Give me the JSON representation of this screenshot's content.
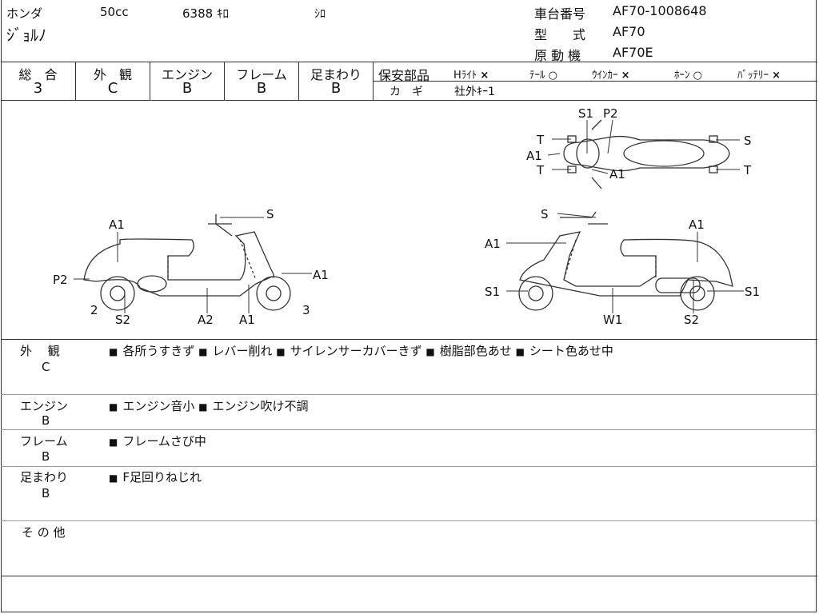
{
  "header": {
    "maker": "ホンダ",
    "displacement": "50cc",
    "mileage": "6388 ｷﾛ",
    "color": "ｼﾛ",
    "model_name": "ｼﾞｮﾙﾉ",
    "frame_no_label": "車台番号",
    "frame_no": "AF70-1008648",
    "type_label": "型　　式",
    "type": "AF70",
    "engine_label": "原 動 機",
    "engine": "AF70E"
  },
  "grades": [
    {
      "label": "総　合",
      "value": "3"
    },
    {
      "label": "外　観",
      "value": "C"
    },
    {
      "label": "エンジン",
      "value": "B"
    },
    {
      "label": "フレーム",
      "value": "B"
    },
    {
      "label": "足まわり",
      "value": "B"
    }
  ],
  "safety": {
    "label": "保安部品",
    "items": [
      {
        "name": "Hﾗｲﾄ",
        "mark": "×"
      },
      {
        "name": "ﾃｰﾙ",
        "mark": "○"
      },
      {
        "name": "ｳｲﾝｶｰ",
        "mark": "×"
      },
      {
        "name": "ﾎｰﾝ",
        "mark": "○"
      },
      {
        "name": "ﾊﾞｯﾃﾘｰ",
        "mark": "×"
      }
    ],
    "key_label": "カ　ギ",
    "key_value": "社外ｷｰ1"
  },
  "diagram": {
    "top_labels": [
      "S1",
      "P2",
      "T",
      "S",
      "A1",
      "T",
      "A1",
      "T"
    ],
    "left_labels": [
      "A1",
      "P2",
      "S",
      "A1",
      "2",
      "S2",
      "A2",
      "A1",
      "3"
    ],
    "right_labels": [
      "S",
      "A1",
      "A1",
      "S1",
      "S1",
      "W1",
      "S2"
    ]
  },
  "sections": [
    {
      "label": "外　 観",
      "grade": "C",
      "items": [
        "各所うすきず",
        "レバー削れ",
        "サイレンサーカバーきず",
        "樹脂部色あせ",
        "シート色あせ中"
      ]
    },
    {
      "label": "エンジン",
      "grade": "B",
      "items": [
        "エンジン音小",
        "エンジン吹け不調"
      ]
    },
    {
      "label": "フレーム",
      "grade": "B",
      "items": [
        "フレームさび中"
      ]
    },
    {
      "label": "足まわり",
      "grade": "B",
      "items": [
        "F足回りねじれ"
      ]
    },
    {
      "label": "そ の 他",
      "grade": "",
      "items": []
    }
  ],
  "bullet": "■"
}
